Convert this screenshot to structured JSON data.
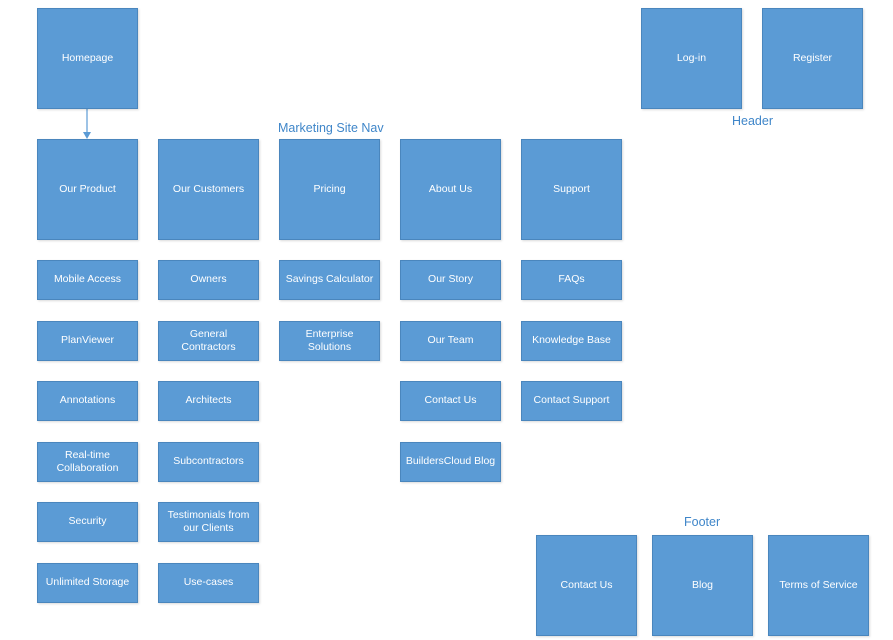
{
  "labels": {
    "marketing_nav": "Marketing Site Nav",
    "header": "Header",
    "footer": "Footer"
  },
  "colors": {
    "box_fill": "#5b9bd5",
    "label_text": "#3f86c9"
  },
  "nodes": {
    "homepage": "Homepage",
    "login": "Log-in",
    "register": "Register",
    "our_product": "Our Product",
    "our_customers": "Our Customers",
    "pricing": "Pricing",
    "about_us": "About Us",
    "support": "Support",
    "mobile_access": "Mobile Access",
    "planviewer": "PlanViewer",
    "annotations": "Annotations",
    "realtime_collab": "Real-time\nCollaboration",
    "security": "Security",
    "unlimited_storage": "Unlimited Storage",
    "owners": "Owners",
    "general_contractors": "General\nContractors",
    "architects": "Architects",
    "subcontractors": "Subcontractors",
    "testimonials": "Testimonials from\nour Clients",
    "use_cases": "Use-cases",
    "savings_calculator": "Savings Calculator",
    "enterprise_solutions": "Enterprise Solutions",
    "our_story": "Our Story",
    "our_team": "Our Team",
    "contact_us": "Contact Us",
    "builderscloud_blog": "BuildersCloud Blog",
    "faqs": "FAQs",
    "knowledge_base": "Knowledge Base",
    "contact_support": "Contact Support",
    "footer_contact_us": "Contact Us",
    "footer_blog": "Blog",
    "footer_terms": "Terms of Service"
  }
}
